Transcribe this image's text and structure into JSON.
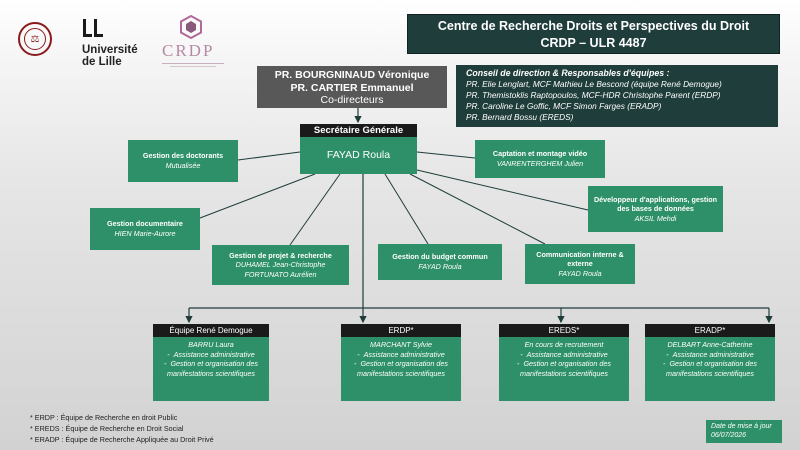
{
  "header": {
    "title_line1": "Centre de Recherche Droits et Perspectives du Droit",
    "title_line2": "CRDP – ULR 4487"
  },
  "logos": {
    "ulille_line1": "Université",
    "ulille_line2": "de Lille",
    "crdp": "CRDP"
  },
  "codirectors": {
    "name1": "PR. BOURGNINAUD Véronique",
    "name2": "PR. CARTIER Emmanuel",
    "role": "Co-directeurs"
  },
  "council": {
    "heading": "Conseil de direction & Responsables d'équipes :",
    "lines": [
      "PR. Elie Lenglart, MCF Mathieu Le Bescond (équipe René Demogue)",
      "PR. Themistoklis Raptopoulos, MCF-HDR Christophe Parent (ERDP)",
      "PR. Caroline Le Goffic, MCF Simon Farges (ERADP)",
      "PR. Bernard Bossu (EREDS)"
    ]
  },
  "secretary": {
    "heading": "Secrétaire Générale",
    "name": "FAYAD Roula"
  },
  "services": [
    {
      "title": "Gestion des doctorants",
      "person": "Mutualisée"
    },
    {
      "title": "Captation et montage vidéo",
      "person": "VANRENTERGHEM Julien"
    },
    {
      "title": "Développeur d'applications, gestion des bases de données",
      "person": "AKSIL Mehdi"
    },
    {
      "title": "Gestion documentaire",
      "person": "HIEN Marie-Aurore"
    },
    {
      "title": "Gestion de projet & recherche",
      "person": "DUHAMEL Jean-Christophe",
      "person2": "FORTUNATO Aurélien"
    },
    {
      "title": "Gestion du budget commun",
      "person": "FAYAD Roula"
    },
    {
      "title": "Communication interne & externe",
      "person": "FAYAD Roula"
    }
  ],
  "teams": [
    {
      "name": "Équipe René Demogue",
      "person": "BARRU Laura",
      "role1": "Assistance administrative",
      "role2": "Gestion et organisation des manifestations scientifiques"
    },
    {
      "name": "ERDP*",
      "person": "MARCHANT Sylvie",
      "role1": "Assistance administrative",
      "role2": "Gestion et organisation des manifestations scientifiques"
    },
    {
      "name": "EREDS*",
      "person": "En cours de recrutement",
      "role1": "Assistance administrative",
      "role2": "Gestion et organisation des manifestations scientifiques"
    },
    {
      "name": "ERADP*",
      "person": "DELBART Anne-Catherine",
      "role1": "Assistance administrative",
      "role2": "Gestion et organisation des manifestations scientifiques"
    }
  ],
  "footnotes": [
    "* ERDP : Équipe de Recherche en droit Public",
    "* EREDS : Équipe de Recherche en Droit Social",
    "* ERADP : Équipe de Recherche Appliquée au Droit Privé"
  ],
  "update": {
    "label": "Date de mise à jour",
    "date": "06/07/2026"
  },
  "colors": {
    "dark_teal": "#1f3d3b",
    "green": "#2e9068",
    "gray": "#585858",
    "line": "#1f3d3b"
  }
}
